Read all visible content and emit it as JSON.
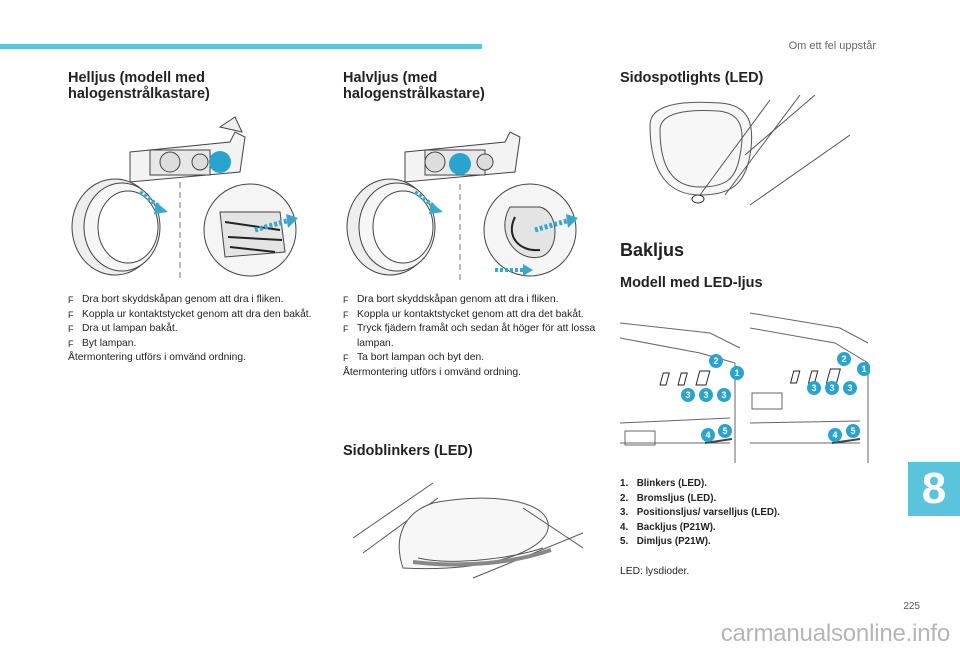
{
  "header": {
    "section": "Om ett fel uppstår"
  },
  "chapter_tab": "8",
  "page_number": "225",
  "watermark": "carmanualsonline.info",
  "col1": {
    "title": "Helljus (modell med halogenstrålkastare)",
    "steps": [
      "Dra bort skyddskåpan genom att dra i fliken.",
      "Koppla ur kontaktstycket genom att dra den bakåt.",
      "Dra ut lampan bakåt.",
      "Byt lampan."
    ],
    "note": "Återmontering utförs i omvänd ordning."
  },
  "col2": {
    "title": "Halvljus (med halogenstrålkastare)",
    "steps": [
      "Dra bort skyddskåpan genom att dra i fliken.",
      "Koppla ur kontaktstycket genom att dra det bakåt.",
      "Tryck fjädern framåt och sedan åt höger för att lossa lampan.",
      "Ta bort lampan och byt den."
    ],
    "note": "Återmontering utförs i omvänd ordning.",
    "side_title": "Sidoblinkers (LED)"
  },
  "col3": {
    "spot_title": "Sidospotlights (LED)",
    "rear_title": "Bakljus",
    "rear_sub": "Modell med LED-ljus",
    "callouts": [
      "1",
      "2",
      "3",
      "4",
      "5"
    ],
    "items": [
      {
        "n": "1.",
        "text": "Blinkers (LED)."
      },
      {
        "n": "2.",
        "text": "Bromsljus (LED)."
      },
      {
        "n": "3.",
        "text": "Positionsljus/ varselljus (LED)."
      },
      {
        "n": "4.",
        "text": "Backljus (P21W)."
      },
      {
        "n": "5.",
        "text": "Dimljus (P21W)."
      }
    ],
    "note": "LED: lysdioder."
  },
  "bullet_symbol": "F",
  "colors": {
    "accent": "#5bc4dd",
    "arrow": "#3aa8c8",
    "callout": "#2aa3cf"
  }
}
